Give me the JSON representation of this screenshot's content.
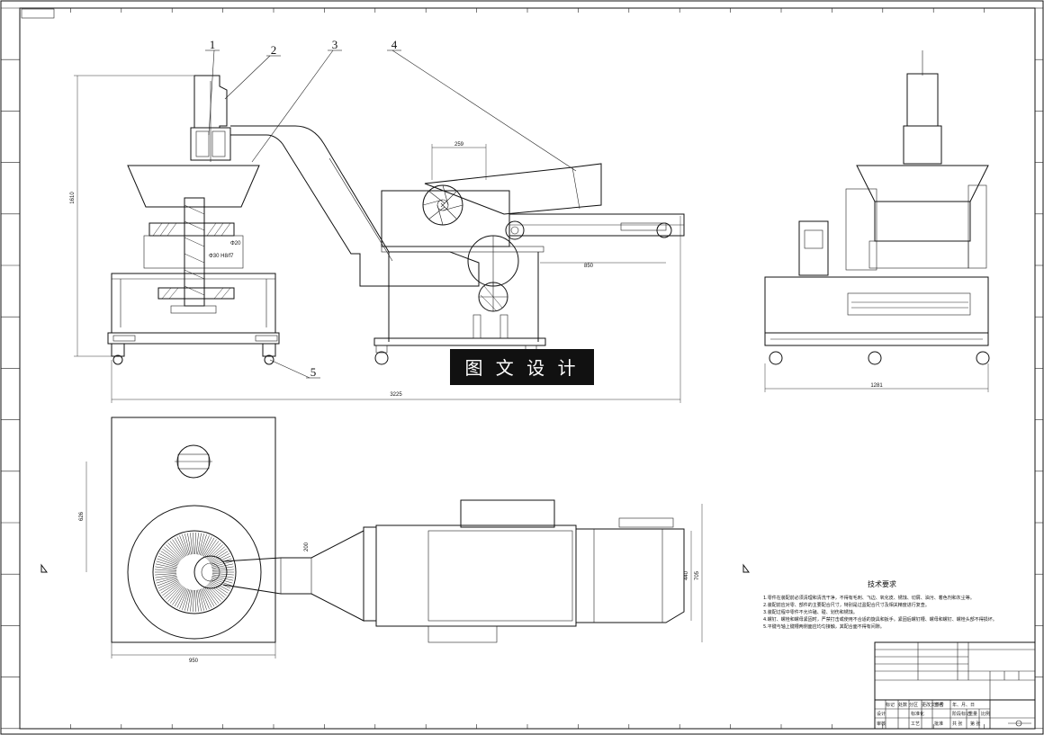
{
  "drawing": {
    "title_box_text": "",
    "part_labels": [
      "1",
      "2",
      "3",
      "4",
      "5"
    ],
    "watermark": "图 文 设 计",
    "dimensions": {
      "overall_length": "3225",
      "overall_height": "1610",
      "side_width": "1281",
      "feed_width": "259",
      "conveyor_length": "850",
      "plan_width": "950",
      "plan_depth": "626",
      "belt_width": "440",
      "belt_total": "705",
      "duct": "200",
      "shaft": "Φ30 H8/f7",
      "tube": "Φ20"
    },
    "tech_requirements": {
      "title": "技术要求",
      "items": [
        "1.零件在装配前必须清理和清洗干净，不得有毛刺、飞边、氧化皮、锈蚀、切屑、油污、着色剂和灰尘等。",
        "2.装配前应对零、部件的主要配合尺寸，特别是过盈配合尺寸及相关精度进行复查。",
        "3.装配过程中零件不允许磕、碰、划伤和锈蚀。",
        "4.螺钉、螺栓和螺母紧固时，严禁打击或使用不合适的旋具和扳手。紧固后螺钉槽、螺母和螺钉、螺栓头部不得损坏。",
        "5.平键与轴上键槽两侧面应均匀接触，其配合面不得有间隙。"
      ]
    },
    "title_block": {
      "rows": [
        "",
        "",
        "",
        "",
        ""
      ],
      "labels": [
        "标记",
        "处数",
        "分区",
        "更改文件号",
        "签名",
        "年、月、日",
        "设计",
        "标准化",
        "阶段标记",
        "重量",
        "比例",
        "审核",
        "工艺",
        "批准",
        "共 张",
        "第 张"
      ]
    }
  }
}
